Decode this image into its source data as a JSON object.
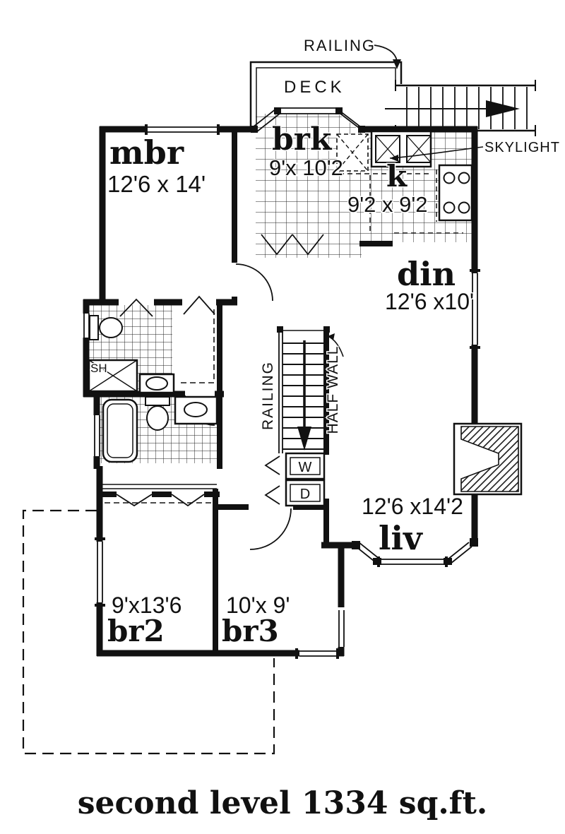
{
  "drawing": {
    "caption": "second level 1334 sq.ft.",
    "deck": {
      "label": "DECK",
      "railing_label": "RAILING"
    },
    "skylight_label": "SKYLIGHT",
    "stairs": {
      "railing_label": "RAILING",
      "half_wall_label": "HALF WALL"
    },
    "laundry": {
      "washer": "W",
      "dryer": "D"
    },
    "bath": {
      "shower": "SH"
    },
    "rooms": {
      "mbr": {
        "name": "mbr",
        "dims": "12'6 x 14'"
      },
      "brk": {
        "name": "brk",
        "dims": "9'x 10'2"
      },
      "kitchen": {
        "name": "k",
        "dims": "9'2 x 9'2"
      },
      "din": {
        "name": "din",
        "dims": "12'6 x10'"
      },
      "liv": {
        "name": "liv",
        "dims": "12'6 x14'2"
      },
      "br2": {
        "name": "br2",
        "dims": "9'x13'6"
      },
      "br3": {
        "name": "br3",
        "dims": "10'x 9'"
      }
    },
    "colors": {
      "ink": "#111111",
      "paper": "#ffffff"
    }
  }
}
